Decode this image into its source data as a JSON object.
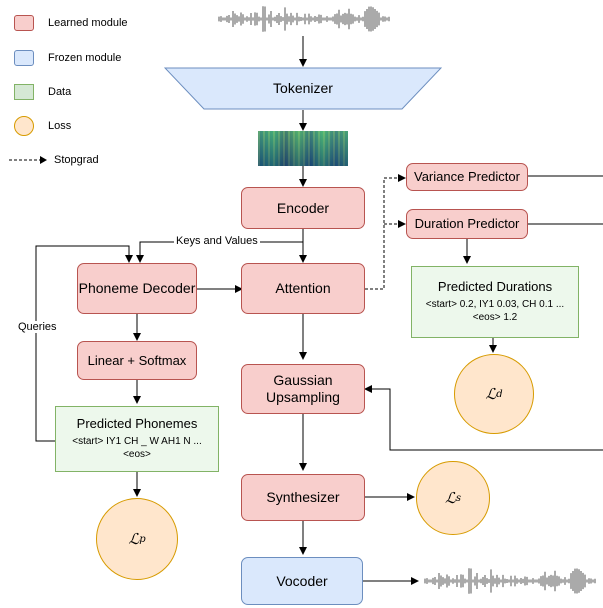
{
  "legend": {
    "learned": "Learned module",
    "frozen": "Frozen module",
    "data": "Data",
    "loss": "Loss",
    "stopgrad": "Stopgrad"
  },
  "modules": {
    "tokenizer": "Tokenizer",
    "encoder": "Encoder",
    "attention": "Attention",
    "phoneme_decoder": "Phoneme Decoder",
    "linear_softmax": "Linear + Softmax",
    "gaussian_upsampling": "Gaussian Upsampling",
    "synthesizer": "Synthesizer",
    "vocoder": "Vocoder",
    "variance_predictor": "Variance Predictor",
    "duration_predictor": "Duration Predictor"
  },
  "data_blocks": {
    "predicted_phonemes": {
      "title": "Predicted Phonemes",
      "value": "<start> IY1 CH _ W AH1 N ... <eos>"
    },
    "predicted_durations": {
      "title": "Predicted Durations",
      "value": "<start> 0.2, IY1 0.03, CH 0.1 ... <eos> 1.2"
    }
  },
  "losses": {
    "p": {
      "symbol": "ℒ",
      "sub": "p"
    },
    "d": {
      "symbol": "ℒ",
      "sub": "d"
    },
    "s": {
      "symbol": "ℒ",
      "sub": "s"
    }
  },
  "edge_labels": {
    "keys_values": "Keys and Values",
    "queries": "Queries"
  },
  "colors": {
    "learned_fill": "#f8cecc",
    "learned_border": "#b85450",
    "frozen_fill": "#dae8fc",
    "frozen_border": "#6c8ebf",
    "data_fill": "#d5e8d4",
    "data_border": "#82b366",
    "loss_fill": "#ffe6cc",
    "loss_border": "#d79b00"
  }
}
